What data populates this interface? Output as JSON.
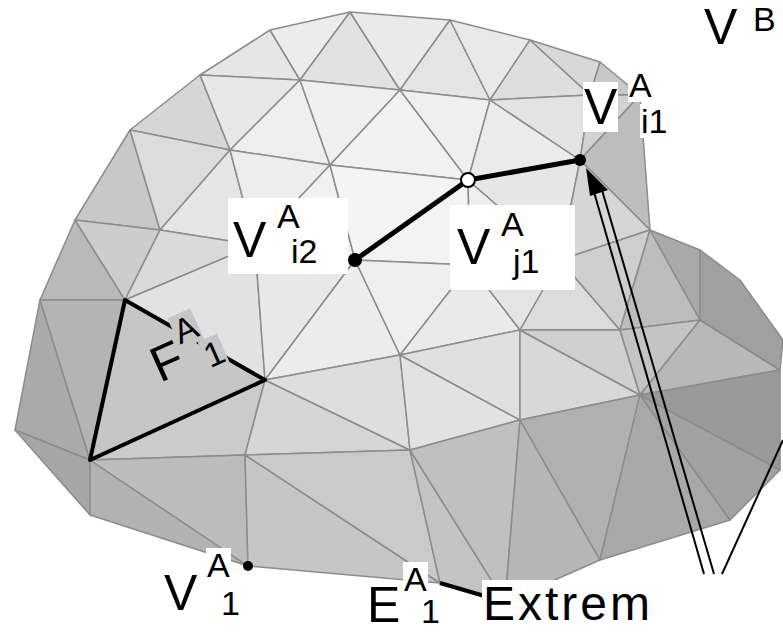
{
  "diagram": {
    "labels": [
      "V",
      "B",
      "V",
      "A",
      "i1",
      "V",
      "A",
      "i2",
      "V",
      "A",
      "j1",
      "F",
      "A",
      "1",
      "V",
      "A",
      "1",
      "E",
      "A",
      "1",
      "Extrem"
    ]
  }
}
